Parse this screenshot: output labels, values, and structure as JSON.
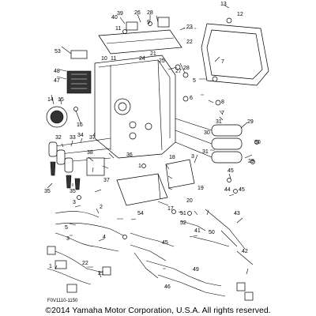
{
  "diagram": {
    "code": "F0V1110-1150",
    "copyright": "©2014 Yamaha Motor Corporation, U.S.A. All rights reserved.",
    "part_numbers": [
      "1",
      "2",
      "3",
      "4",
      "5",
      "6",
      "7",
      "8",
      "9",
      "10",
      "11",
      "12",
      "13",
      "14",
      "15",
      "16",
      "17",
      "18",
      "19",
      "20",
      "21",
      "22",
      "23",
      "24",
      "25",
      "26",
      "27",
      "28",
      "29",
      "30",
      "31",
      "32",
      "33",
      "34",
      "35",
      "36",
      "37",
      "38",
      "39",
      "40",
      "41",
      "42",
      "43",
      "44",
      "45",
      "46",
      "47",
      "48",
      "49",
      "50",
      "51",
      "52",
      "53",
      "54"
    ]
  }
}
